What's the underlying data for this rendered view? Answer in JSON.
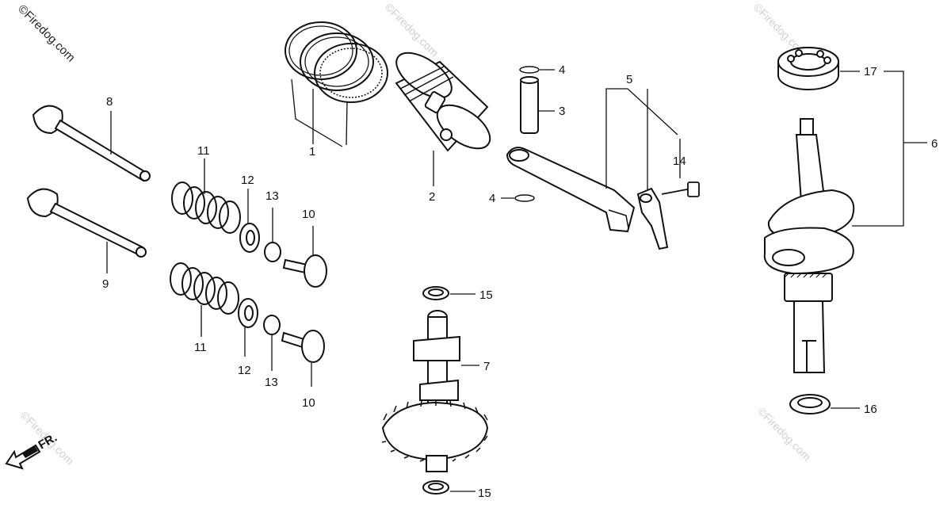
{
  "watermark": {
    "main": "©Firedog.com",
    "faint": "©Firedog.com"
  },
  "direction_label": "FR.",
  "callouts": {
    "c1": "1",
    "c2": "2",
    "c3": "3",
    "c4a": "4",
    "c4b": "4",
    "c5": "5",
    "c6": "6",
    "c7": "7",
    "c8": "8",
    "c9": "9",
    "c10a": "10",
    "c10b": "10",
    "c11a": "11",
    "c11b": "11",
    "c12a": "12",
    "c12b": "12",
    "c13a": "13",
    "c13b": "13",
    "c14": "14",
    "c15a": "15",
    "c15b": "15",
    "c16": "16",
    "c17": "17"
  }
}
